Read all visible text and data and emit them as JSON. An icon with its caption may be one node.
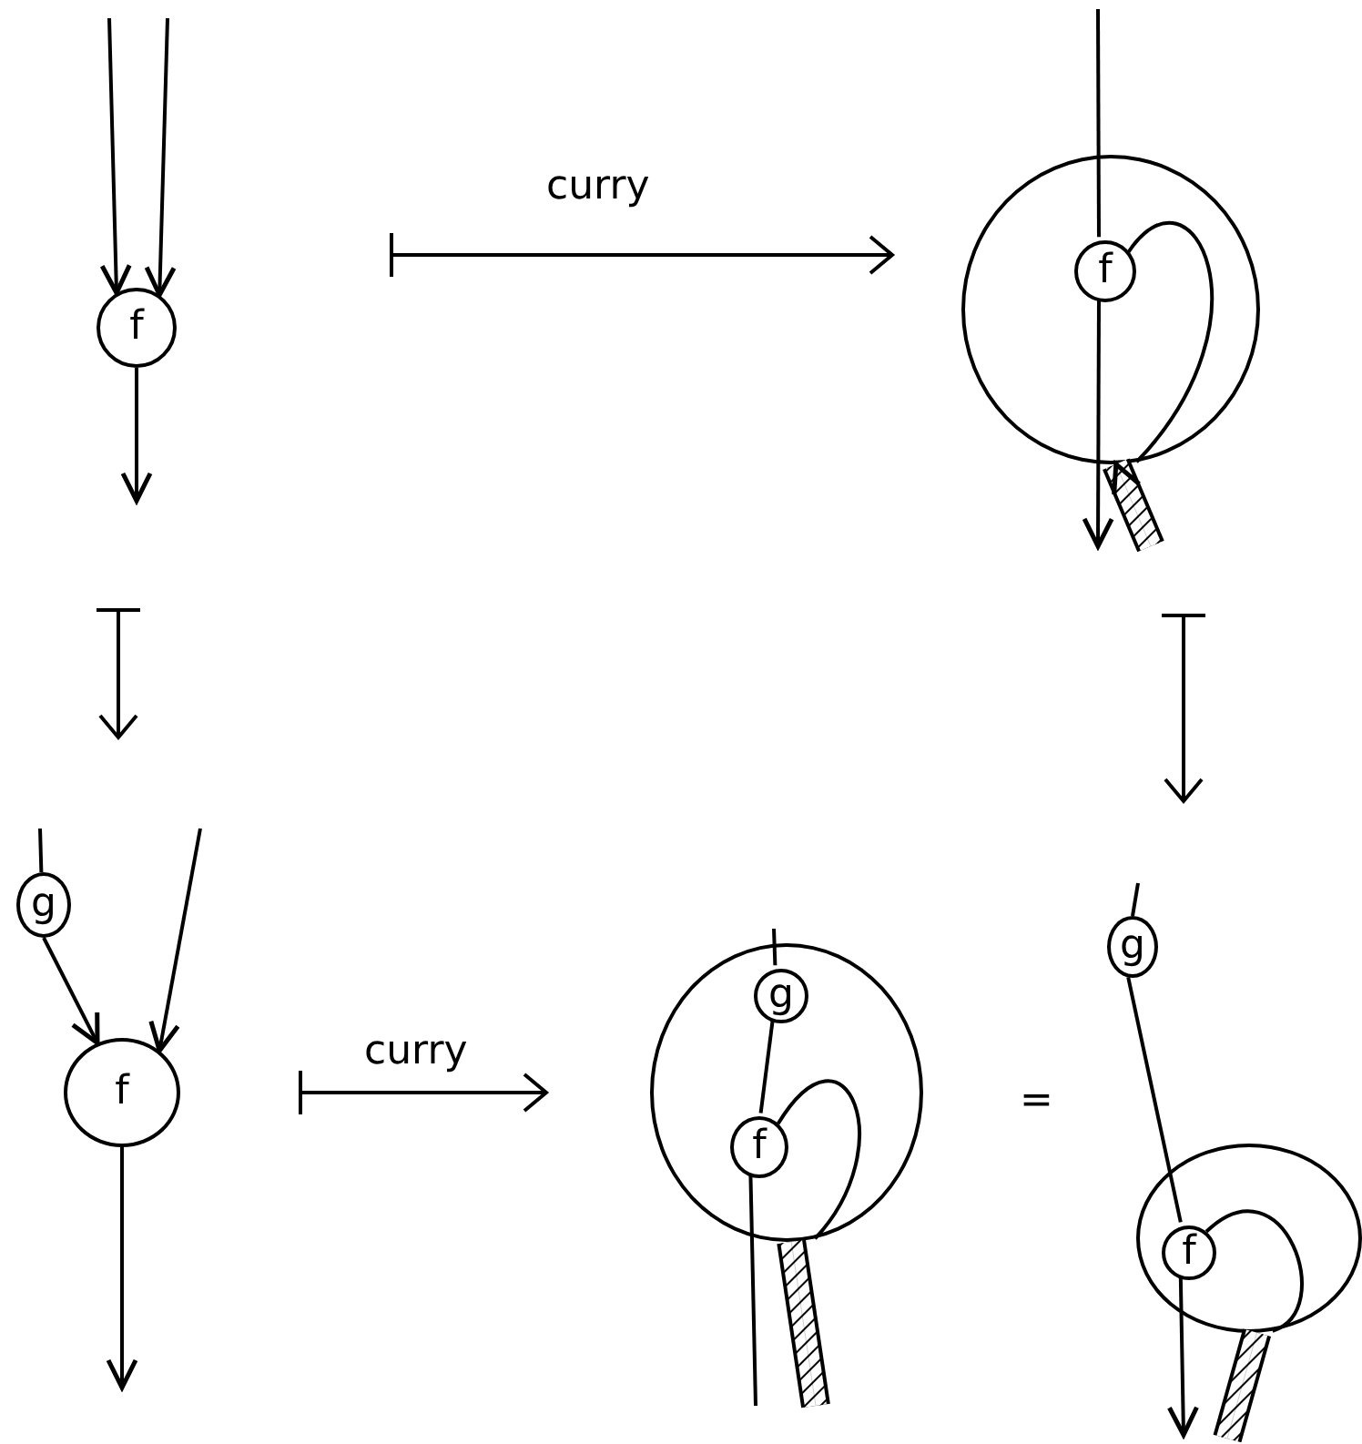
{
  "diagram": {
    "nodes": [
      {
        "text": [
          "f"
        ]
      },
      {
        "text": [],
        "shape": "circle"
      },
      {
        "text": [
          "f"
        ],
        "in": 1
      },
      {
        "text": [
          "g"
        ]
      },
      {
        "text": [
          "f"
        ]
      },
      {
        "text": [],
        "shape": "circle"
      },
      {
        "text": [
          "g"
        ],
        "in": 5
      },
      {
        "text": [
          "f"
        ],
        "in": 5
      },
      {
        "text": [
          "g"
        ]
      },
      {
        "text": [],
        "shape": "circle"
      },
      {
        "text": [
          "f"
        ],
        "in": 9
      }
    ],
    "edges": [
      {
        "from": null,
        "to": 0,
        "arrow": "to"
      },
      {
        "from": null,
        "to": 0,
        "arrow": "to"
      },
      {
        "from": 0,
        "to": null,
        "arrow": "to"
      },
      {
        "from": null,
        "to": 2,
        "arrow": "none"
      },
      {
        "from": 2,
        "to": null,
        "arrow": "to"
      },
      {
        "from": 2,
        "to": 1,
        "arrow": "none"
      },
      {
        "from": null,
        "to": 1,
        "arrow": "to",
        "style": "thick"
      },
      {
        "from": null,
        "to": 3,
        "arrow": "none"
      },
      {
        "from": 3,
        "to": 4,
        "arrow": "to"
      },
      {
        "from": null,
        "to": 4,
        "arrow": "to"
      },
      {
        "from": 4,
        "to": null,
        "arrow": "to"
      },
      {
        "from": null,
        "to": 6,
        "arrow": "none"
      },
      {
        "from": 6,
        "to": 7,
        "arrow": "none"
      },
      {
        "from": 7,
        "to": 5,
        "arrow": "none"
      },
      {
        "from": 7,
        "to": null,
        "arrow": "none"
      },
      {
        "from": null,
        "to": 5,
        "arrow": "none",
        "style": "thick"
      },
      {
        "from": null,
        "to": 8,
        "arrow": "none"
      },
      {
        "from": 8,
        "to": 10,
        "arrow": "none"
      },
      {
        "from": 10,
        "to": 9,
        "arrow": "none"
      },
      {
        "from": 10,
        "to": null,
        "arrow": "to"
      },
      {
        "from": null,
        "to": 9,
        "arrow": "none",
        "style": "thick"
      }
    ],
    "labels": [
      "curry",
      "curry",
      "="
    ]
  }
}
